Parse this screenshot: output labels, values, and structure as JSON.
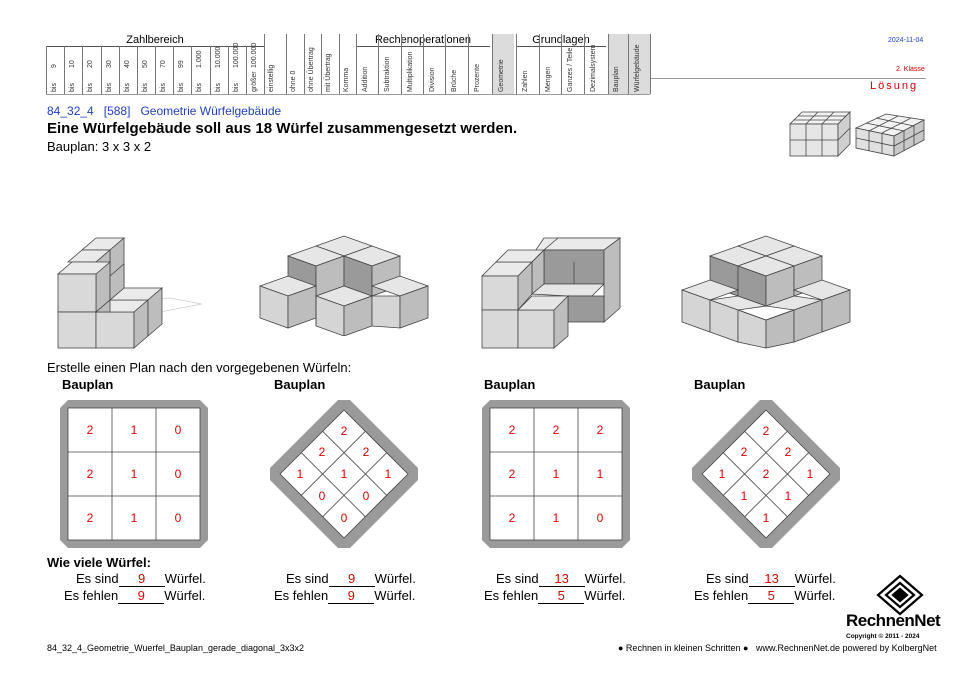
{
  "header": {
    "groups": [
      {
        "label": "Zahlbereich"
      },
      {
        "label": "Rechenoperationen"
      },
      {
        "label": "Grundlagen"
      }
    ],
    "zahlbereich_cols": [
      {
        "top": "9",
        "bottom": "bis"
      },
      {
        "top": "10",
        "bottom": "bis"
      },
      {
        "top": "20",
        "bottom": "bis"
      },
      {
        "top": "30",
        "bottom": "bis"
      },
      {
        "top": "40",
        "bottom": "bis"
      },
      {
        "top": "50",
        "bottom": "bis"
      },
      {
        "top": "70",
        "bottom": "bis"
      },
      {
        "top": "99",
        "bottom": "bis"
      },
      {
        "top": "1.000",
        "bottom": "bis"
      },
      {
        "top": "10.000",
        "bottom": "bis"
      },
      {
        "top": "100.000",
        "bottom": "bis"
      },
      {
        "top": "100.000",
        "bottom": "größer"
      }
    ],
    "stellen_cols": [
      "einstellig"
    ],
    "uebertrag_cols": [
      "ohne 0",
      "ohne Übertrag",
      "mit Übertrag",
      "Komma"
    ],
    "rechen_cols": [
      "Addition",
      "Subtraktion",
      "Multiplikation",
      "Division",
      "Brüche",
      "Prozente"
    ],
    "geometrie_col": "Geometrie",
    "grundlagen_cols": [
      "Zahlen",
      "Mengen",
      "Ganzes / Teile",
      "Dezimalsystem"
    ],
    "extra_cols": [
      "Bauplan",
      "Würfelgebäude"
    ],
    "date": "2024-11-04",
    "klasse": "2. Klasse",
    "loesung": "Lösung"
  },
  "task": {
    "id": "84_32_4",
    "number": "[588]",
    "topic": "Geometrie Würfelgebäude",
    "title": "Eine Würfelgebäude soll aus 18 Würfel zusammengesetzt werden.",
    "bauplan_label": "Bauplan:",
    "bauplan_dims": "3  x  3  x  2",
    "instruction": "Erstelle einen Plan nach den vorgegebenen Würfeln:"
  },
  "plans": [
    {
      "label": "Bauplan",
      "type": "square",
      "values": [
        "2",
        "1",
        "0",
        "2",
        "1",
        "0",
        "2",
        "1",
        "0"
      ]
    },
    {
      "label": "Bauplan",
      "type": "diamond",
      "values": [
        "2",
        "2",
        "2",
        "1",
        "1",
        "1",
        "0",
        "0",
        "0"
      ]
    },
    {
      "label": "Bauplan",
      "type": "square",
      "values": [
        "2",
        "2",
        "2",
        "2",
        "1",
        "1",
        "2",
        "1",
        "0"
      ]
    },
    {
      "label": "Bauplan",
      "type": "diamond",
      "values": [
        "2",
        "2",
        "2",
        "1",
        "2",
        "1",
        "1",
        "1",
        "1"
      ]
    }
  ],
  "question": "Wie viele Würfel:",
  "answers": [
    {
      "sind_label": "Es sind",
      "sind": "9",
      "fehlen_label": "Es fehlen",
      "fehlen": "9",
      "unit": "Würfel."
    },
    {
      "sind_label": "Es sind",
      "sind": "9",
      "fehlen_label": "Es fehlen",
      "fehlen": "9",
      "unit": "Würfel."
    },
    {
      "sind_label": "Es sind",
      "sind": "13",
      "fehlen_label": "Es fehlen",
      "fehlen": "5",
      "unit": "Würfel."
    },
    {
      "sind_label": "Es sind",
      "sind": "13",
      "fehlen_label": "Es fehlen",
      "fehlen": "5",
      "unit": "Würfel."
    }
  ],
  "footer": {
    "filename": "84_32_4_Geometrie_Wuerfel_Bauplan_gerade_diagonal_3x3x2",
    "slogan": "● Rechnen in kleinen Schritten ●",
    "website": "www.RechnenNet.de powered by KolbergNet",
    "brand": "RechnenNet",
    "copyright": "Copyright © 2011 - 2024"
  },
  "colors": {
    "accent_blue": "#1f3fbf",
    "solution_red": "#d00000",
    "cube_light": "#d4d4d4",
    "cube_dark": "#9a9a9a"
  }
}
